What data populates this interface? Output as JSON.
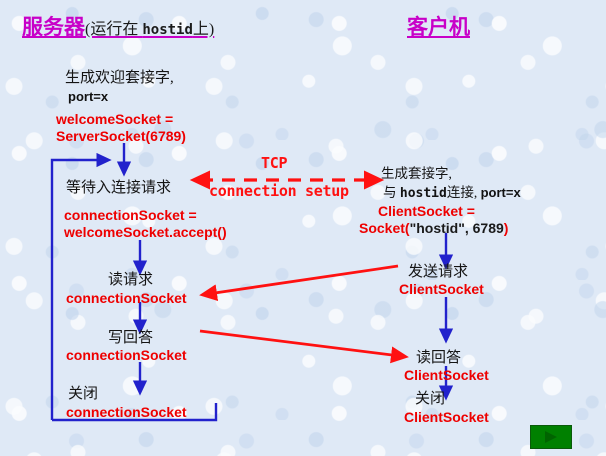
{
  "slide": {
    "background_color": "#dfe9f6",
    "title_color": "#c800c8",
    "code_color": "#ee0000",
    "flow_arrow_color": "#2222cc",
    "message_arrow_color": "#ff1111"
  },
  "headings": {
    "server": {
      "label": "服务器",
      "suffix_open": "(运行在 ",
      "suffix_mono": "hostid",
      "suffix_close": "上)"
    },
    "client": {
      "label": "客户机"
    }
  },
  "server_steps": [
    {
      "id": "create-welcome-socket",
      "desc_line1": "生成欢迎套接字,",
      "desc_line2": "port=x",
      "code_line1": "welcomeSocket =",
      "code_line2": "ServerSocket(6789)"
    },
    {
      "id": "wait-for-connection",
      "desc_line1": "等待入连接请求",
      "code_line1": "connectionSocket =",
      "code_line2": "welcomeSocket.accept()"
    },
    {
      "id": "read-request",
      "desc_line1": "读请求",
      "code_line1": "connectionSocket"
    },
    {
      "id": "write-reply",
      "desc_line1": "写回答",
      "code_line1": "connectionSocket"
    },
    {
      "id": "close",
      "desc_line1": "关闭",
      "code_line1": "connectionSocket"
    }
  ],
  "client_steps": [
    {
      "id": "create-socket",
      "desc_line1": "生成套接字,",
      "desc_line2_cn_a": "与 ",
      "desc_line2_mono": "hostid",
      "desc_line2_cn_b": "连接, ",
      "desc_line2_port": "port=x",
      "code_line1": "ClientSocket =",
      "code_line2_red_a": "Socket(",
      "code_line2_plain": "\"hostid\", 6789",
      "code_line2_red_b": ")"
    },
    {
      "id": "send-request",
      "desc_line1": "发送请求",
      "code_line1": "ClientSocket"
    },
    {
      "id": "read-reply",
      "desc_line1": "读回答",
      "code_line1": "ClientSocket"
    },
    {
      "id": "close",
      "desc_line1": "关闭",
      "code_line1": "ClientSocket"
    }
  ],
  "connection_label": {
    "line1": "TCP",
    "line2": "connection setup"
  },
  "controls": {
    "next_label": "play-triangle"
  }
}
